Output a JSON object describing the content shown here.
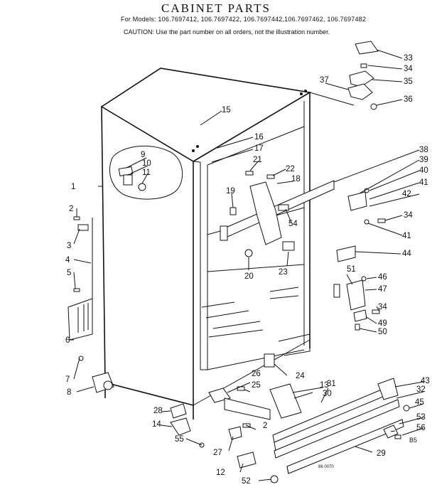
{
  "title": "CABINET PARTS",
  "models_line": "For Models: 106.7697412, 106.7697422, 106.7697442,106.7697462, 106.7697482",
  "caution": "CAUTION: Use the part number on all orders, not the illustration number.",
  "footer_code": "86 0070",
  "page_label": "B5",
  "callouts": [
    {
      "id": "c1",
      "text": "1"
    },
    {
      "id": "c2",
      "text": "2"
    },
    {
      "id": "c2b",
      "text": "2"
    },
    {
      "id": "c3",
      "text": "3"
    },
    {
      "id": "c4",
      "text": "4"
    },
    {
      "id": "c5",
      "text": "5"
    },
    {
      "id": "c6",
      "text": "6"
    },
    {
      "id": "c7",
      "text": "7"
    },
    {
      "id": "c8",
      "text": "8"
    },
    {
      "id": "c9",
      "text": "9"
    },
    {
      "id": "c10",
      "text": "10"
    },
    {
      "id": "c11",
      "text": "11"
    },
    {
      "id": "c12",
      "text": "12"
    },
    {
      "id": "c13",
      "text": "13"
    },
    {
      "id": "c14",
      "text": "14"
    },
    {
      "id": "c15",
      "text": "15"
    },
    {
      "id": "c16",
      "text": "16"
    },
    {
      "id": "c17",
      "text": "17"
    },
    {
      "id": "c18",
      "text": "18"
    },
    {
      "id": "c19",
      "text": "19"
    },
    {
      "id": "c20",
      "text": "20"
    },
    {
      "id": "c21",
      "text": "21"
    },
    {
      "id": "c22",
      "text": "22"
    },
    {
      "id": "c23",
      "text": "23"
    },
    {
      "id": "c24",
      "text": "24"
    },
    {
      "id": "c25",
      "text": "25"
    },
    {
      "id": "c26",
      "text": "26"
    },
    {
      "id": "c27",
      "text": "27"
    },
    {
      "id": "c28",
      "text": "28"
    },
    {
      "id": "c29",
      "text": "29"
    },
    {
      "id": "c30",
      "text": "30"
    },
    {
      "id": "c31",
      "text": "31"
    },
    {
      "id": "c32",
      "text": "32"
    },
    {
      "id": "c33",
      "text": "33"
    },
    {
      "id": "c34a",
      "text": "34"
    },
    {
      "id": "c34b",
      "text": "34"
    },
    {
      "id": "c34c",
      "text": "34"
    },
    {
      "id": "c35",
      "text": "35"
    },
    {
      "id": "c36",
      "text": "36"
    },
    {
      "id": "c37",
      "text": "37"
    },
    {
      "id": "c38",
      "text": "38"
    },
    {
      "id": "c39",
      "text": "39"
    },
    {
      "id": "c40",
      "text": "40"
    },
    {
      "id": "c41a",
      "text": "41"
    },
    {
      "id": "c41b",
      "text": "41"
    },
    {
      "id": "c42",
      "text": "42"
    },
    {
      "id": "c43",
      "text": "43"
    },
    {
      "id": "c44",
      "text": "44"
    },
    {
      "id": "c45",
      "text": "45"
    },
    {
      "id": "c46",
      "text": "46"
    },
    {
      "id": "c47",
      "text": "47"
    },
    {
      "id": "c49",
      "text": "49"
    },
    {
      "id": "c50",
      "text": "50"
    },
    {
      "id": "c51",
      "text": "51"
    },
    {
      "id": "c52",
      "text": "52"
    },
    {
      "id": "c53",
      "text": "53"
    },
    {
      "id": "c54",
      "text": "54"
    },
    {
      "id": "c55",
      "text": "55"
    },
    {
      "id": "c56",
      "text": "56"
    }
  ]
}
